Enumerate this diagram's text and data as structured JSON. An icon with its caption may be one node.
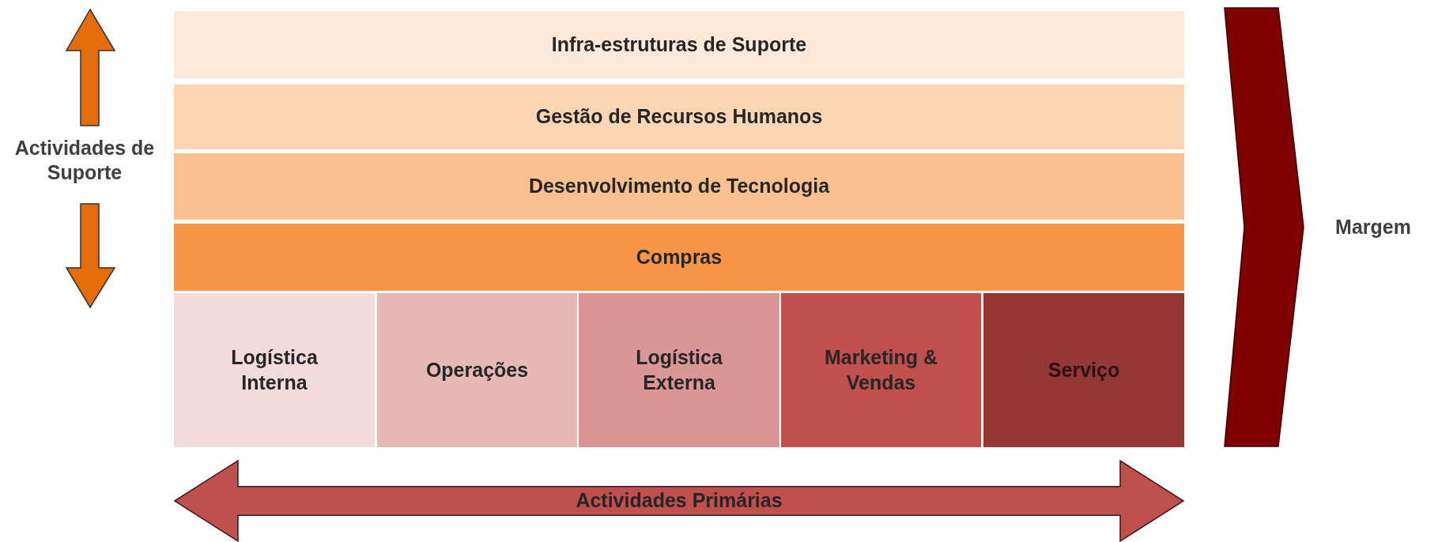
{
  "diagram": {
    "nodes": [
      {
        "text": [
          "Infra-estruturas de Suporte"
        ]
      },
      {
        "text": [
          "Gestão de Recursos Humanos"
        ]
      },
      {
        "text": [
          "Desenvolvimento de Tecnologia"
        ]
      },
      {
        "text": [
          "Compras"
        ]
      },
      {
        "text": [
          "Logística Interna"
        ]
      },
      {
        "text": [
          "Operações"
        ]
      },
      {
        "text": [
          "Logística Externa"
        ]
      },
      {
        "text": [
          "Marketing & Vendas"
        ]
      },
      {
        "text": [
          "Serviço"
        ]
      },
      {
        "text": [
          "Actividades Primárias"
        ]
      },
      {
        "text": [],
        "shape": "chevron",
        "beside": [
          "Margem"
        ]
      }
    ],
    "labels": [
      "Actividades de Suporte"
    ]
  }
}
